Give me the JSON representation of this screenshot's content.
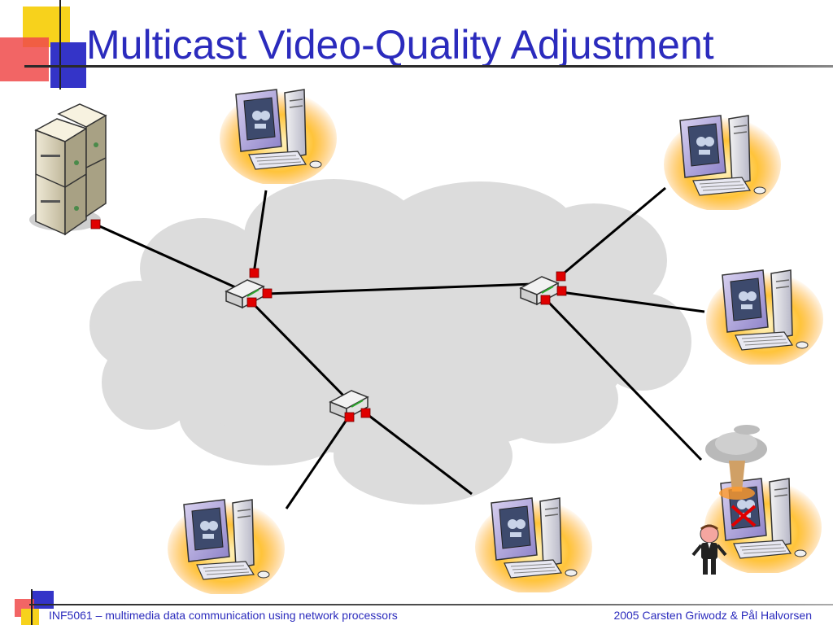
{
  "slide": {
    "title": "Multicast Video-Quality Adjustment",
    "footer_left": "INF5061 – multimedia data communication using network processors",
    "footer_right": "2005 Carsten Griwodz & Pål Halvorsen"
  },
  "colors": {
    "title": "#2b2bbd",
    "cloud": "#dcdcdc",
    "port": "#e00000",
    "link": "#000000"
  },
  "diagram": {
    "nodes": [
      {
        "id": "server",
        "icon": "server-icon"
      },
      {
        "id": "router-a",
        "icon": "router-icon"
      },
      {
        "id": "router-b",
        "icon": "router-icon"
      },
      {
        "id": "router-c",
        "icon": "router-icon"
      },
      {
        "id": "pc-top",
        "icon": "computer-icon"
      },
      {
        "id": "pc-right-top",
        "icon": "computer-icon"
      },
      {
        "id": "pc-right-mid",
        "icon": "computer-icon"
      },
      {
        "id": "pc-bottom-left",
        "icon": "computer-icon"
      },
      {
        "id": "pc-bottom-mid",
        "icon": "computer-icon"
      },
      {
        "id": "pc-failed",
        "icon": "computer-failed-icon"
      }
    ],
    "links": [
      [
        "server",
        "router-a"
      ],
      [
        "router-a",
        "pc-top"
      ],
      [
        "router-a",
        "router-b"
      ],
      [
        "router-a",
        "router-c"
      ],
      [
        "router-b",
        "pc-right-top"
      ],
      [
        "router-b",
        "pc-right-mid"
      ],
      [
        "router-b",
        "pc-failed"
      ],
      [
        "router-c",
        "pc-bottom-left"
      ],
      [
        "router-c",
        "pc-bottom-mid"
      ]
    ]
  }
}
